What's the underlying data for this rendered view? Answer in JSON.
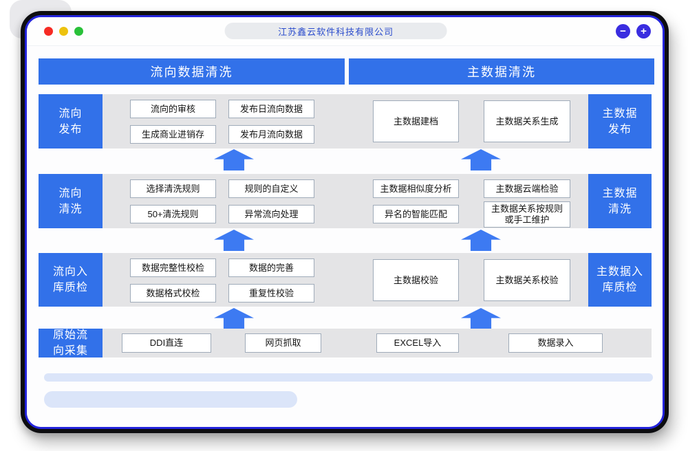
{
  "window": {
    "title": "江苏鑫云软件科技有限公司",
    "minus_label": "−",
    "plus_label": "+"
  },
  "colors": {
    "accent_blue": "#3271e9",
    "arrow_blue": "#3d7af2",
    "band_gray": "#e4e4e6",
    "frame_border_blue": "#2424dc",
    "title_text_blue": "#2b4ccc",
    "traffic_red": "#f62b24",
    "traffic_yellow": "#edc20e",
    "traffic_green": "#29c139"
  },
  "headers": {
    "left": "流向数据清洗",
    "right": "主数据清洗"
  },
  "rows": [
    {
      "label_left": "流向\n发布",
      "label_right": "主数据\n发布",
      "boxes": {
        "a1": "流向的审核",
        "a2": "生成商业进销存",
        "b1": "发布日流向数据",
        "b2": "发布月流向数据",
        "c": "主数据建档",
        "d": "主数据关系生成"
      }
    },
    {
      "label_left": "流向\n清洗",
      "label_right": "主数据\n清洗",
      "boxes": {
        "a1": "选择清洗规则",
        "a2": "50+清洗规则",
        "b1": "规则的自定义",
        "b2": "异常流向处理",
        "c1": "主数据相似度分析",
        "c2": "异名的智能匹配",
        "d1": "主数据云端检验",
        "d2": "主数据关系按规则\n或手工维护"
      }
    },
    {
      "label_left": "流向入\n库质检",
      "label_right": "主数据入\n库质检",
      "boxes": {
        "a1": "数据完整性校检",
        "a2": "数据格式校检",
        "b1": "数据的完善",
        "b2": "重复性校验",
        "c": "主数据校验",
        "d": "主数据关系校验"
      }
    },
    {
      "label_left": "原始流\n向采集",
      "boxes": {
        "a": "DDI直连",
        "b": "网页抓取",
        "c": "EXCEL导入",
        "d": "数据录入"
      }
    }
  ]
}
